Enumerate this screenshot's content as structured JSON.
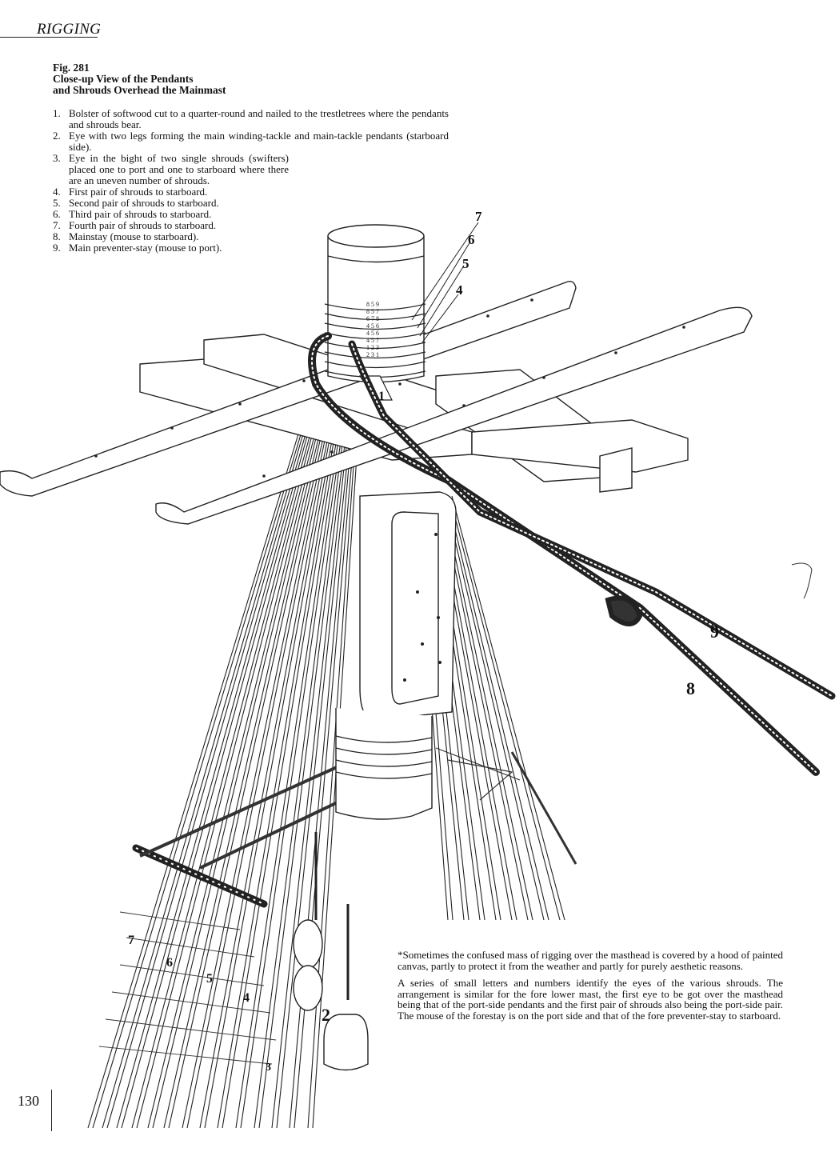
{
  "header": {
    "running_head": "RIGGING"
  },
  "figure": {
    "number": "Fig. 281",
    "title_line1": "Close-up View of the Pendants",
    "title_line2": "and Shrouds Overhead the Mainmast"
  },
  "legend": [
    {
      "num": "1.",
      "text": "Bolster of softwood cut to a quarter-round and nailed to the trestletrees where the pendants and shrouds bear."
    },
    {
      "num": "2.",
      "text": "Eye with two legs forming the main winding-tackle and main-tackle pendants (starboard side)."
    },
    {
      "num": "3.",
      "text": "Eye in the bight of two single shrouds (swifters) placed one to port and one to starboard where there are an uneven number of shrouds."
    },
    {
      "num": "4.",
      "text": "First pair of shrouds to starboard."
    },
    {
      "num": "5.",
      "text": "Second pair of shrouds to starboard."
    },
    {
      "num": "6.",
      "text": "Third pair of shrouds to starboard."
    },
    {
      "num": "7.",
      "text": "Fourth pair of shrouds to starboard."
    },
    {
      "num": "8.",
      "text": "Mainstay (mouse to starboard)."
    },
    {
      "num": "9.",
      "text": "Main preventer-stay (mouse to port)."
    }
  ],
  "callouts": {
    "c1": "1",
    "c2": "2",
    "c3": "3",
    "c4": "4",
    "c5": "5",
    "c6": "6",
    "c7": "7",
    "c8": "8",
    "c9": "9",
    "s4": "4",
    "s5": "5",
    "s6": "6",
    "s7": "7"
  },
  "mast_marks": [
    "8 5 9",
    "8 5 7",
    "6 7 8",
    "4 5 6",
    "4 5 6",
    "4 5 7",
    "1 2 3",
    "2 3 1"
  ],
  "caption": {
    "p1": "*Sometimes the confused mass of rigging over the masthead is covered by a hood of painted canvas, partly to protect it from the weather and partly for purely aesthetic reasons.",
    "p2": "A series of small letters and numbers identify the eyes of the various shrouds. The arrangement is similar for the fore lower mast, the first eye to be got over the masthead being that of the port-side pendants and the first pair of shrouds also being the port-side pair. The mouse of the forestay is on the port side and that of the fore preventer-stay to starboard."
  },
  "page_number": "130"
}
